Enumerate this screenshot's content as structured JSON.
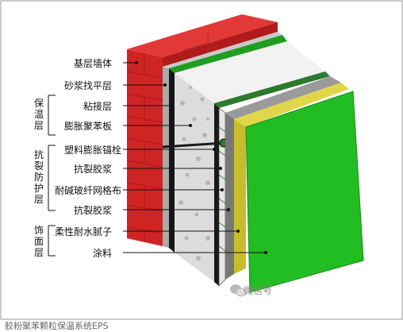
{
  "layers": [
    {
      "label": "基层墙体",
      "color": "#d32a2a"
    },
    {
      "label": "砂浆找平层",
      "color": "#bdbdbd"
    },
    {
      "label": "粘接层",
      "color": "#1a1a1a"
    },
    {
      "label": "膨胀聚苯板",
      "color": "#e9e9e9"
    },
    {
      "label": "塑料膨胀锚栓",
      "color": "#2c7a2c"
    },
    {
      "label": "抗裂胶浆",
      "color": "#c9c9c9"
    },
    {
      "label": "耐碱玻纤网格布",
      "color": "#2f8f2f"
    },
    {
      "label": "抗裂胶浆",
      "color": "#7d7d7d"
    },
    {
      "label": "柔性耐水腻子",
      "color": "#d9cf3a"
    },
    {
      "label": "涂料",
      "color": "#27c027"
    }
  ],
  "groups": [
    {
      "label": "保温层"
    },
    {
      "label": "抗裂防护层"
    },
    {
      "label": "饰面层"
    }
  ],
  "watermark": "微信号",
  "caption": "胶粉聚苯颗粒保温系统EPS"
}
